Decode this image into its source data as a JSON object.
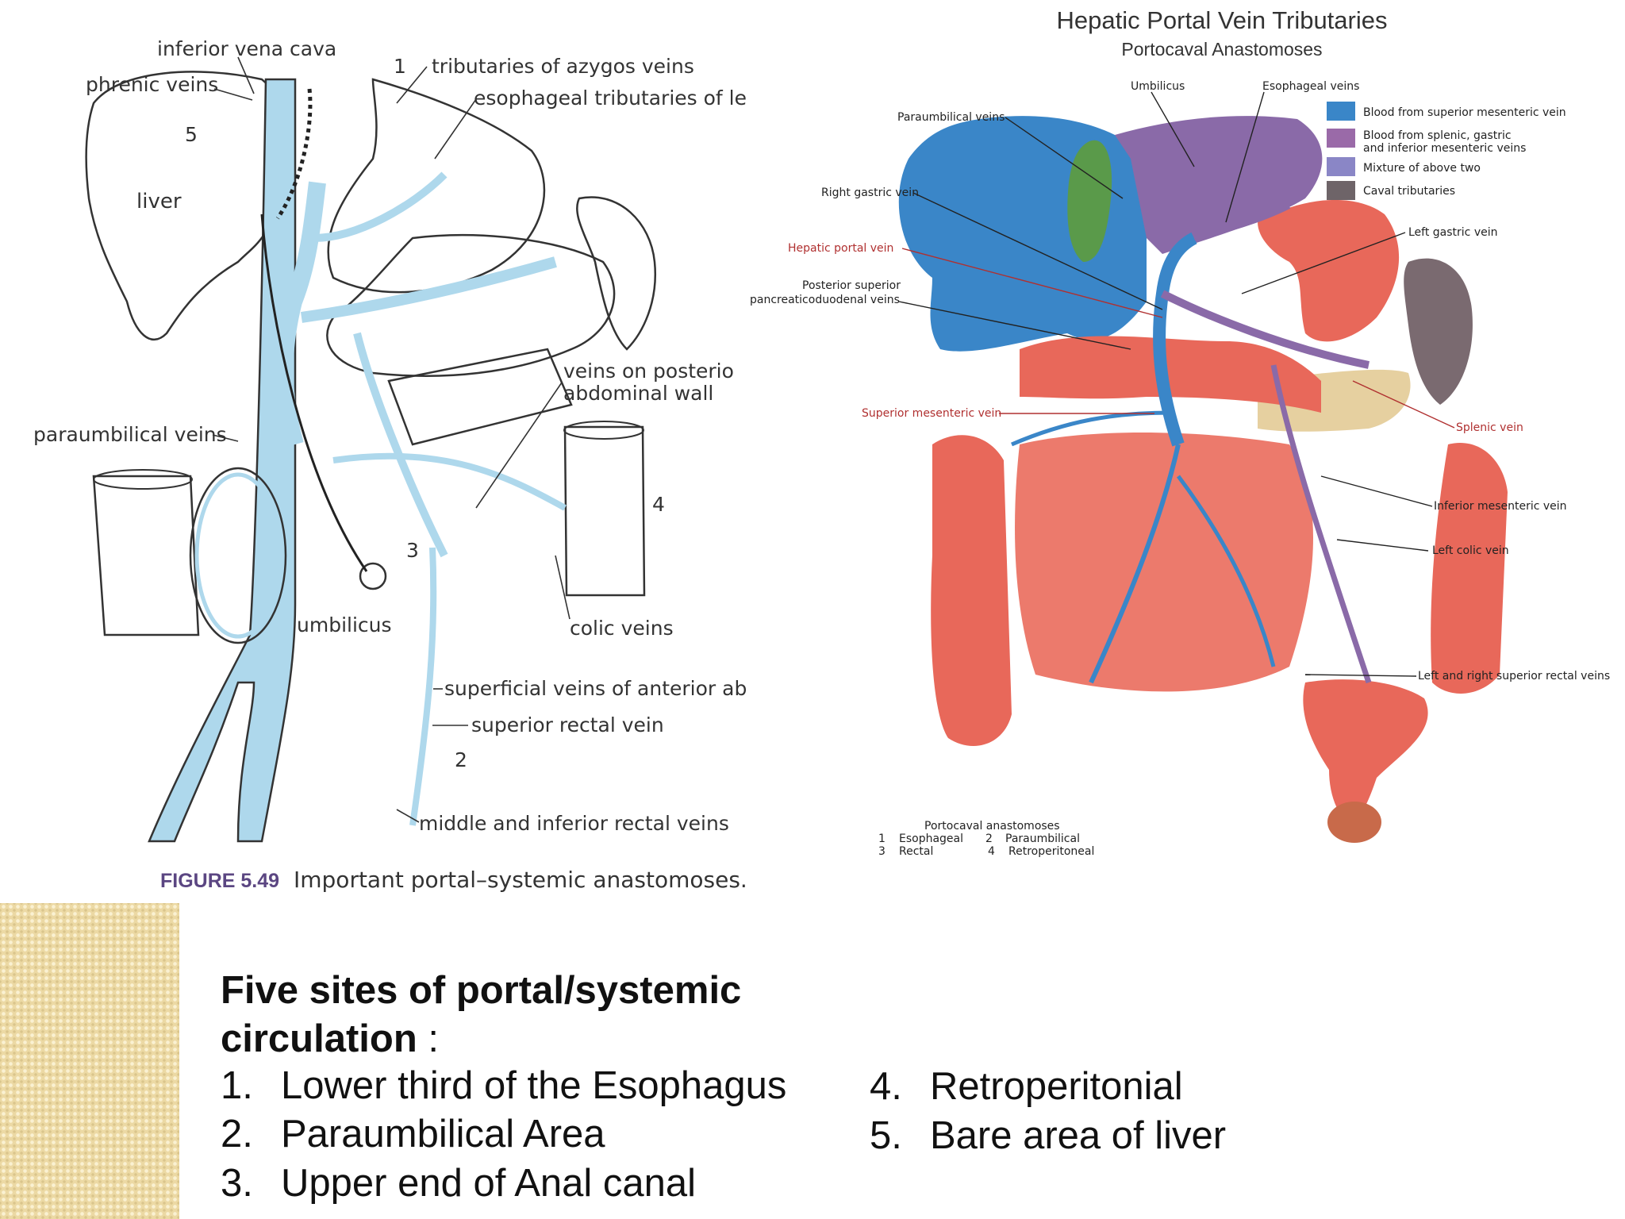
{
  "left_figure": {
    "labels": {
      "ivc": "inferior vena cava",
      "phrenic": "phrenic veins",
      "liver": "liver",
      "azygos": "tributaries of azygos veins",
      "esophageal": "esophageal tributaries of le",
      "posterior": "veins on posterio",
      "abdominal": "abdominal wall",
      "paraumbilical": "paraumbilical veins",
      "umbilicus": "umbilicus",
      "colic": "colic veins",
      "superficial": "superficial veins of anterior ab",
      "superior_rectal": "superior rectal vein",
      "middle_rectal": "middle and inferior rectal veins"
    },
    "numbers": {
      "n1": "1",
      "n2": "2",
      "n3": "3",
      "n4": "4",
      "n5": "5"
    },
    "caption_label": "FIGURE 5.49",
    "caption_text": "Important portal–systemic anastomoses."
  },
  "right_figure": {
    "title": "Hepatic Portal Vein Tributaries",
    "subtitle": "Portocaval Anastomoses",
    "labels": {
      "umbilicus": "Umbilicus",
      "esophageal_veins": "Esophageal veins",
      "paraumbilical_veins": "Paraumbilical veins",
      "right_gastric": "Right gastric vein",
      "hepatic_portal": "Hepatic portal vein",
      "post_sup_1": "Posterior superior",
      "post_sup_2": "pancreaticoduodenal veins",
      "superior_mesenteric": "Superior mesenteric vein",
      "left_gastric": "Left gastric vein",
      "splenic": "Splenic vein",
      "inferior_mesenteric": "Inferior mesenteric vein",
      "left_colic": "Left colic vein",
      "rectal_veins": "Left and right superior rectal veins"
    },
    "legend": [
      {
        "text": "Blood from superior mesenteric vein",
        "text2": "",
        "color": "#3a86c8"
      },
      {
        "text": "Blood from splenic, gastric",
        "text2": "and inferior mesenteric veins",
        "color": "#9a6aa8"
      },
      {
        "text": "Mixture of above two",
        "text2": "",
        "color": "#8a86c6"
      },
      {
        "text": "Caval tributaries",
        "text2": "",
        "color": "#6e6468"
      }
    ],
    "anastomoses_key": {
      "title": "Portocaval anastomoses",
      "items": [
        {
          "num": "1",
          "label": "Esophageal"
        },
        {
          "num": "2",
          "label": "Paraumbilical"
        },
        {
          "num": "3",
          "label": "Rectal"
        },
        {
          "num": "4",
          "label": "Retroperitoneal"
        }
      ]
    }
  },
  "text_panel": {
    "heading_bold_1": "Five sites of portal/systemic",
    "heading_bold_2": "circulation",
    "heading_suffix": " :",
    "list_left": [
      {
        "num": "1.",
        "text": "Lower third of the Esophagus"
      },
      {
        "num": "2.",
        "text": "Paraumbilical Area"
      },
      {
        "num": "3.",
        "text": "Upper end of Anal canal"
      }
    ],
    "list_right": [
      {
        "num": "4.",
        "text": "Retroperitonial"
      },
      {
        "num": "5.",
        "text": "Bare area of liver"
      }
    ]
  }
}
